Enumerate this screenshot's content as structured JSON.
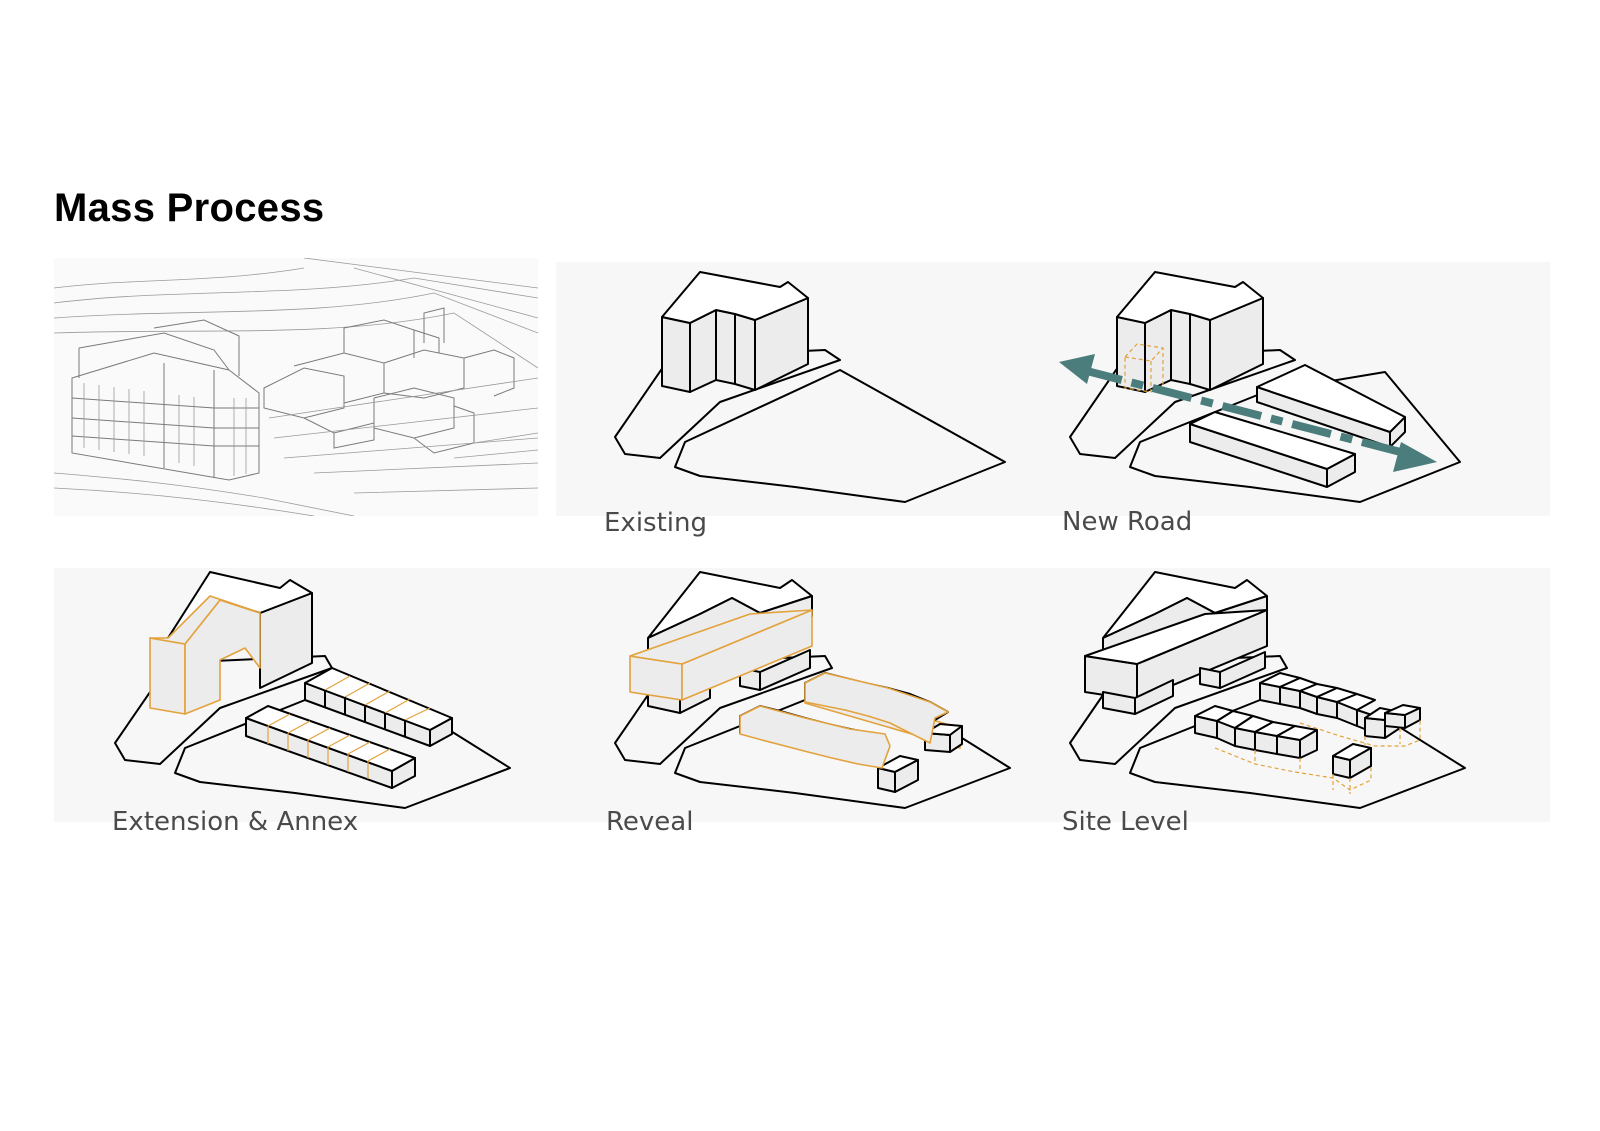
{
  "title": "Mass Process",
  "steps": [
    {
      "id": "sketch",
      "caption": ""
    },
    {
      "id": "existing",
      "caption": "Existing"
    },
    {
      "id": "new-road",
      "caption": "New Road"
    },
    {
      "id": "extension-annex",
      "caption": "Extension & Annex"
    },
    {
      "id": "reveal",
      "caption": "Reveal"
    },
    {
      "id": "site-level",
      "caption": "Site Level"
    }
  ],
  "colors": {
    "highlight": "#e3a23c",
    "road_arrow": "#4a7d7c",
    "panel_bg": "#f7f7f7"
  }
}
